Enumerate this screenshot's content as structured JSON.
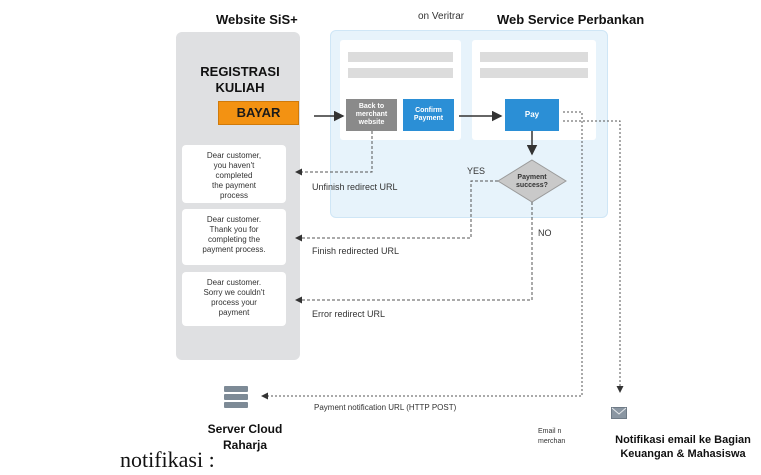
{
  "headers": {
    "website": "Website SiS+",
    "veritrans": "on Veritrar",
    "bank": "Web Service Perbankan"
  },
  "registration": {
    "title_line1": "REGISTRASI",
    "title_line2": "KULIAH",
    "pay_button": "BAYAR"
  },
  "messages": {
    "unfinish": [
      "Dear customer,",
      "you haven't",
      "completed",
      "the payment",
      "process"
    ],
    "finish": [
      "Dear customer.",
      "Thank you for",
      "completing the",
      "payment process."
    ],
    "error": [
      "Dear customer.",
      "Sorry we couldn't",
      "process your",
      "payment"
    ]
  },
  "buttons": {
    "back": [
      "Back to",
      "merchant",
      "website"
    ],
    "confirm": [
      "Confirm",
      "Payment"
    ],
    "pay": "Pay"
  },
  "decision": {
    "line1": "Payment",
    "line2": "success?",
    "yes": "YES",
    "no": "NO"
  },
  "flow_labels": {
    "unfinish": "Unfinish redirect URL",
    "finish": "Finish redirected URL",
    "error": "Error redirect URL",
    "notification": "Payment notification URL (HTTP POST)",
    "email_line1": "Email n",
    "email_line2": "merchan"
  },
  "server": {
    "line1": "Server Cloud",
    "line2": "Raharja"
  },
  "email_notification": {
    "line1": "Notifikasi email ke Bagian",
    "line2": "Keuangan & Mahasiswa"
  },
  "caption": "notifikasi :",
  "colors": {
    "orange": "#f39212",
    "blue": "#2b8fd6",
    "gray_button": "#8a8a8a",
    "decision": "#c9c9c9",
    "bank_panel": "#e7f3fb"
  },
  "icons": [
    "server-icon",
    "mail-icon"
  ]
}
